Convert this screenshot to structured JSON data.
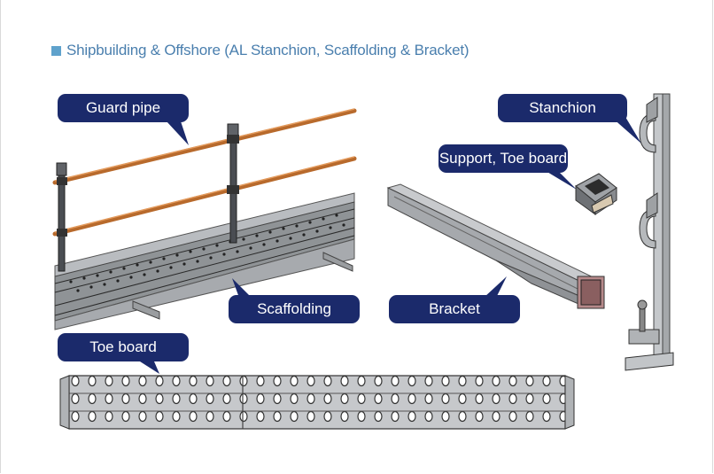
{
  "header": {
    "title": "Shipbuilding & Offshore (AL Stanchion, Scaffolding & Bracket)",
    "accent_color": "#5fa2cc",
    "label_bg_color": "#1b2a6b"
  },
  "labels": {
    "guard_pipe": "Guard pipe",
    "stanchion": "Stanchion",
    "support_toe_board": "Support, Toe board",
    "scaffolding": "Scaffolding",
    "bracket": "Bracket",
    "toe_board": "Toe board"
  }
}
